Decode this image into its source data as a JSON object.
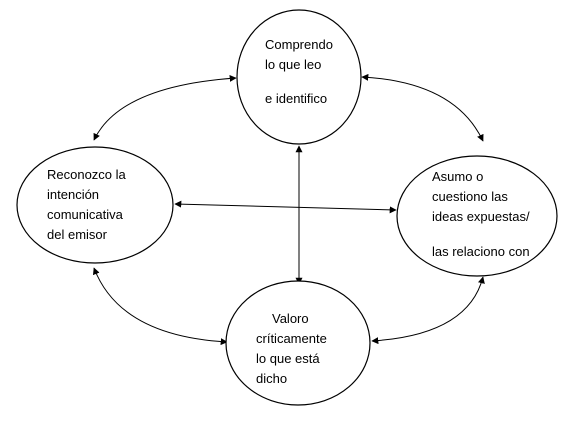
{
  "diagram": {
    "nodes": [
      {
        "id": "comprendo",
        "lines": [
          "Comprendo",
          "lo que leo",
          "e identifico"
        ]
      },
      {
        "id": "reconozco",
        "lines": [
          "Reconozco la",
          "intención",
          "comunicativa",
          "del emisor"
        ]
      },
      {
        "id": "asumo",
        "lines": [
          "Asumo o",
          "cuestiono las",
          "ideas expuestas/",
          "las relaciono con"
        ]
      },
      {
        "id": "valoro",
        "lines": [
          "Valoro",
          "críticamente",
          "lo que está",
          "dicho"
        ]
      }
    ],
    "edges": [
      {
        "from": "comprendo",
        "to": "reconozco",
        "bidirectional": true
      },
      {
        "from": "comprendo",
        "to": "asumo",
        "bidirectional": true
      },
      {
        "from": "reconozco",
        "to": "valoro",
        "bidirectional": true
      },
      {
        "from": "asumo",
        "to": "valoro",
        "bidirectional": true
      },
      {
        "from": "comprendo",
        "to": "valoro",
        "bidirectional": true
      },
      {
        "from": "reconozco",
        "to": "asumo",
        "bidirectional": true
      }
    ],
    "colors": {
      "stroke": "#000000",
      "fill": "#ffffff",
      "text": "#000000"
    }
  }
}
